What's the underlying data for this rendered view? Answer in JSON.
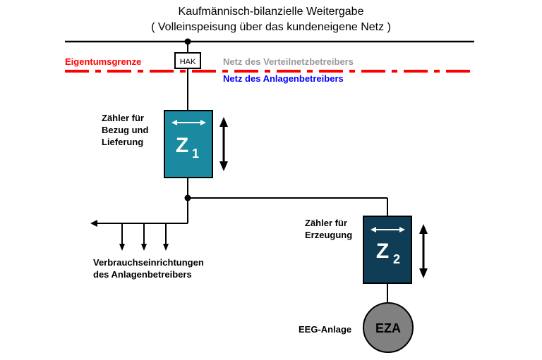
{
  "title": {
    "line1": "Kaufmännisch-bilanzielle Weitergabe",
    "line2": "( Volleinspeisung über das kundeneigene Netz )"
  },
  "boundary": {
    "label": "Eigentumsgrenze",
    "upper_net": "Netz des Verteilnetzbetreibers",
    "lower_net": "Netz des Anlagenbetreibers",
    "hak": "HAK"
  },
  "meter1": {
    "label_lines": [
      "Zähler für",
      "Bezug und",
      "Lieferung"
    ],
    "symbol": "Z",
    "index": "1"
  },
  "meter2": {
    "label_lines": [
      "Zähler für",
      "Erzeugung"
    ],
    "symbol": "Z",
    "index": "2"
  },
  "consumers": {
    "label_lines": [
      "Verbrauchseinrichtungen",
      "des Anlagenbetreibers"
    ]
  },
  "generator": {
    "label": "EEG-Anlage",
    "symbol": "EZA"
  },
  "colors": {
    "boundary_red": "#ff0000",
    "upper_net_gray": "#999999",
    "lower_net_blue": "#0000ff",
    "meter1_fill": "#1a8aa0",
    "meter2_fill": "#0f3d55",
    "generator_fill": "#808080"
  }
}
